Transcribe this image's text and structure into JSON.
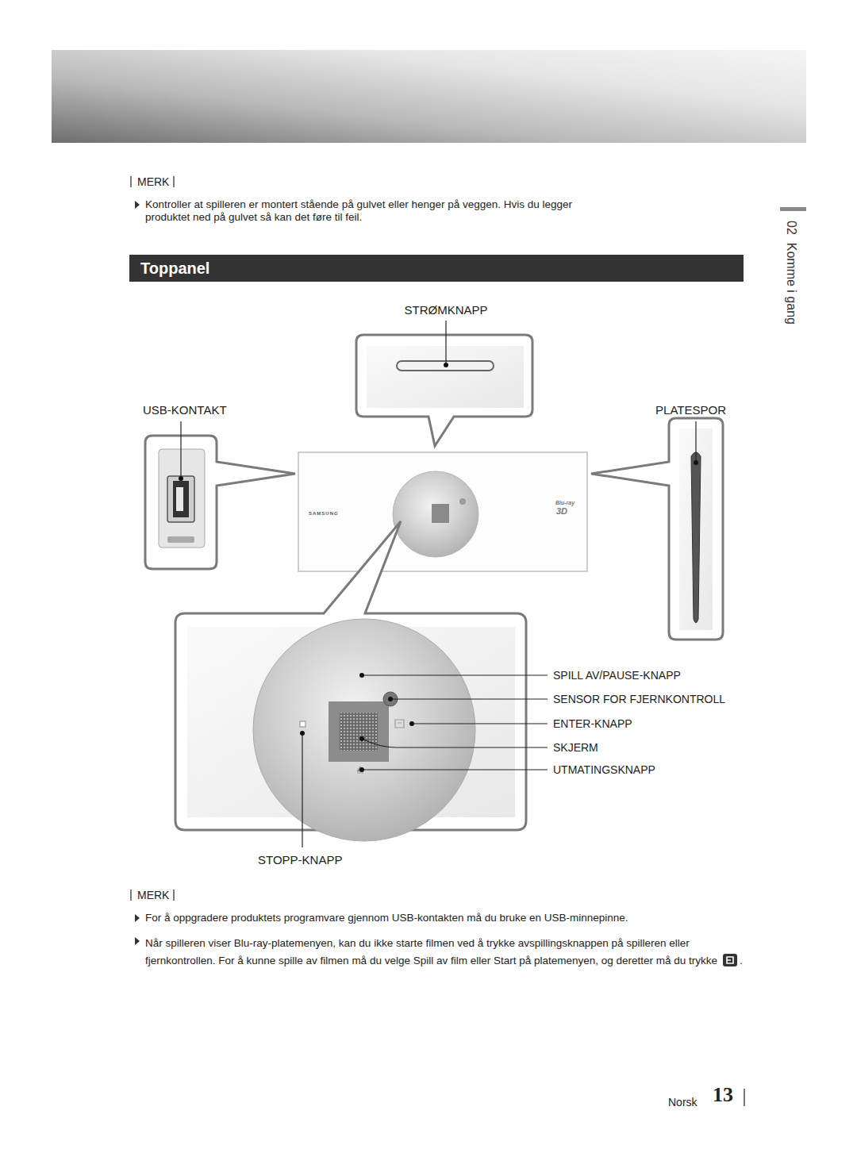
{
  "diagram": {
    "nodes": [
      {
        "text": [
          "Toppanel"
        ]
      }
    ],
    "labels": [
      "MERK",
      "Kontroller at spilleren er montert stående på gulvet eller henger på veggen. Hvis du legger produktet ned på gulvet så kan det føre til feil.",
      "STRØMKNAPP",
      "USB-KONTAKT",
      "PLATESPOR",
      "SAMSUNG",
      "Blu-ray",
      "3D",
      "SPILL AV/PAUSE-KNAPP",
      "SENSOR FOR FJERNKONTROLL",
      "ENTER-KNAPP",
      "SKJERM",
      "UTMATINGSKNAPP",
      "STOPP-KNAPP",
      "MERK",
      "For å oppgradere produktets programvare gjennom USB-kontakten må du bruke en USB-minnepinne.",
      "Når spilleren viser Blu-ray-platemenyen, kan du ikke starte filmen ved å trykke avspillingsknappen på spilleren eller fjernkontrollen. For å kunne spille av filmen må du velge Spill av film eller Start på platemenyen, og deretter må du trykke",
      ".",
      "02",
      "Komme i gang",
      "Norsk",
      "13"
    ]
  }
}
